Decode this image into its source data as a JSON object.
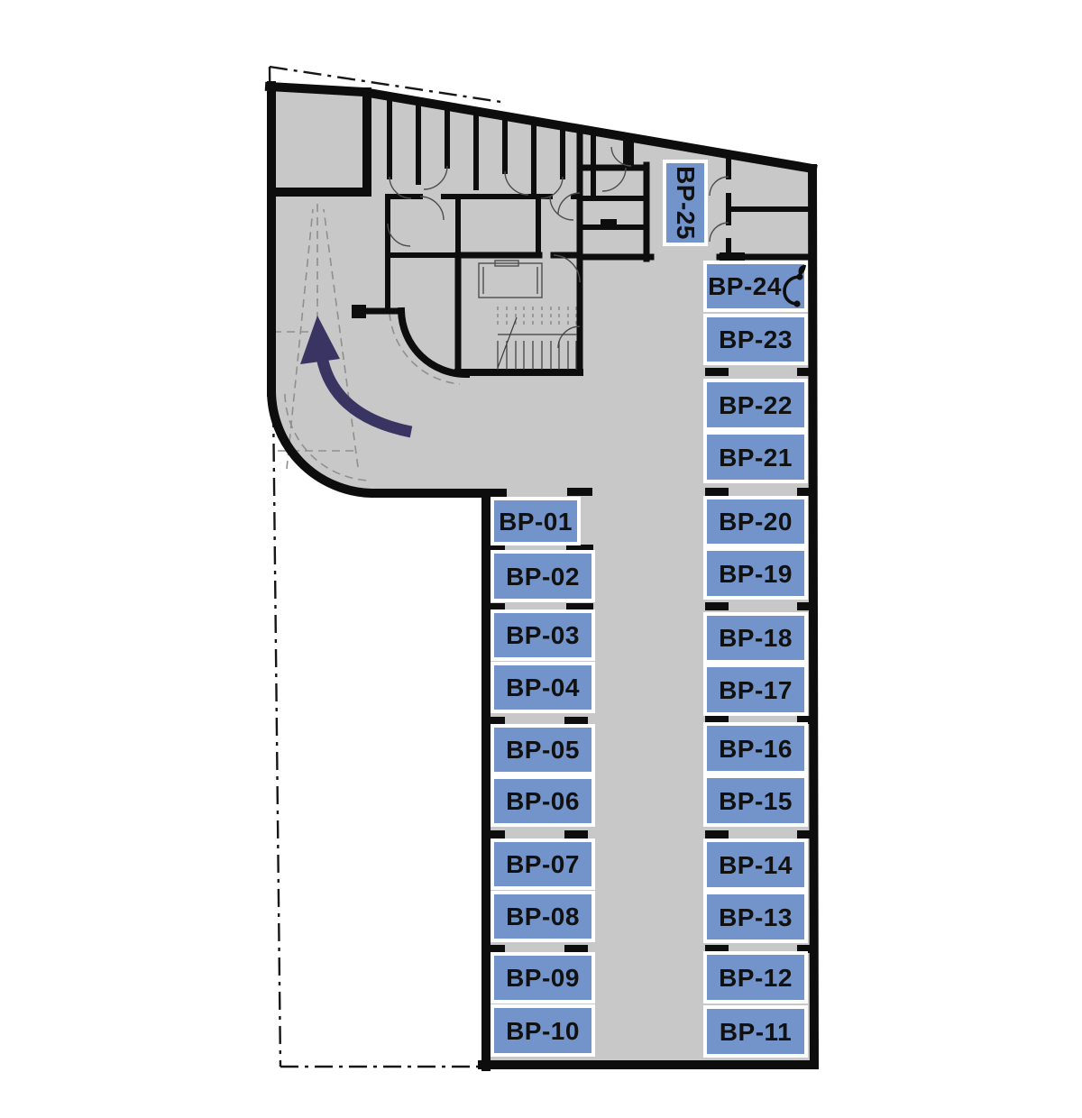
{
  "plan": {
    "colors": {
      "floor": "#c8c8c8",
      "wall": "#0d0d0d",
      "space_fill": "#7394ca",
      "space_border": "#ffffff",
      "space_text": "#111111",
      "direction_arrow": "#3a3462"
    },
    "spaces": [
      {
        "label": "BP-01"
      },
      {
        "label": "BP-02"
      },
      {
        "label": "BP-03"
      },
      {
        "label": "BP-04"
      },
      {
        "label": "BP-05"
      },
      {
        "label": "BP-06"
      },
      {
        "label": "BP-07"
      },
      {
        "label": "BP-08"
      },
      {
        "label": "BP-09"
      },
      {
        "label": "BP-10"
      },
      {
        "label": "BP-11"
      },
      {
        "label": "BP-12"
      },
      {
        "label": "BP-13"
      },
      {
        "label": "BP-14"
      },
      {
        "label": "BP-15"
      },
      {
        "label": "BP-16"
      },
      {
        "label": "BP-17"
      },
      {
        "label": "BP-18"
      },
      {
        "label": "BP-19"
      },
      {
        "label": "BP-20"
      },
      {
        "label": "BP-21"
      },
      {
        "label": "BP-22"
      },
      {
        "label": "BP-23"
      },
      {
        "label": "BP-24",
        "icon": "ev-charger-icon"
      },
      {
        "label": "BP-25",
        "orientation": "vertical"
      }
    ],
    "icons": [
      {
        "name": "ev-charger-icon",
        "at_space": "BP-24"
      }
    ],
    "arrow": {
      "name": "drive-direction-arrow"
    }
  }
}
